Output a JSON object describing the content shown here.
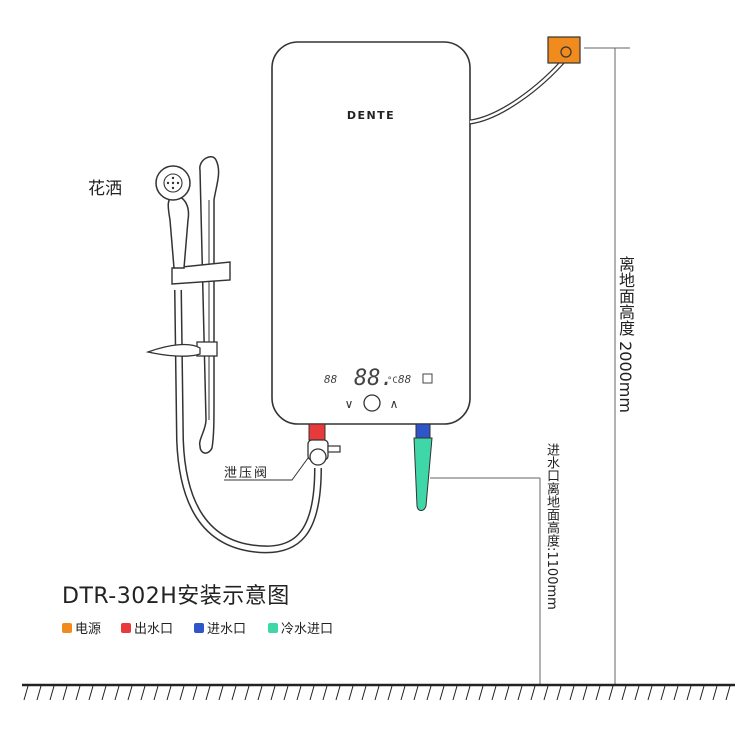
{
  "title": "DTR-302H安装示意图",
  "brand": "DENTE",
  "labels": {
    "shower": "花洒",
    "relief_valve": "泄压阀",
    "height_2000": "离地面高度 2000mm",
    "height_1100": "进水口离地面高度:1100mm"
  },
  "display": {
    "left_digits": "88",
    "main_digits": "88.",
    "unit_c": "°C",
    "right_digits": "88",
    "down_symbol": "∨",
    "up_symbol": "∧"
  },
  "legend": [
    {
      "label": "电源",
      "color": "#f28b1e"
    },
    {
      "label": "出水口",
      "color": "#e8393b"
    },
    {
      "label": "进水口",
      "color": "#2f56c9"
    },
    {
      "label": "冷水进口",
      "color": "#3fd6a8"
    }
  ],
  "colors": {
    "line": "#333333",
    "power_box": "#f28b1e",
    "outlet_pipe": "#e8393b",
    "inlet_pipe": "#2f56c9",
    "cold_pipe": "#3fd6a8"
  }
}
